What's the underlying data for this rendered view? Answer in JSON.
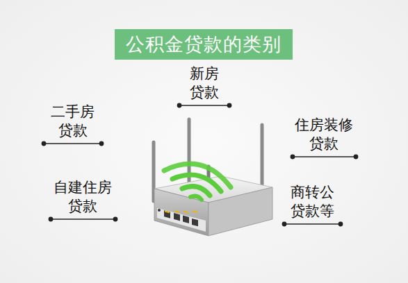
{
  "diagram": {
    "title": "公积金贷款的类别",
    "labels": [
      "新房 贷款",
      "二手房 贷款",
      "住房装修 贷款",
      "自建住房 贷款",
      "商转公 贷款等"
    ]
  }
}
